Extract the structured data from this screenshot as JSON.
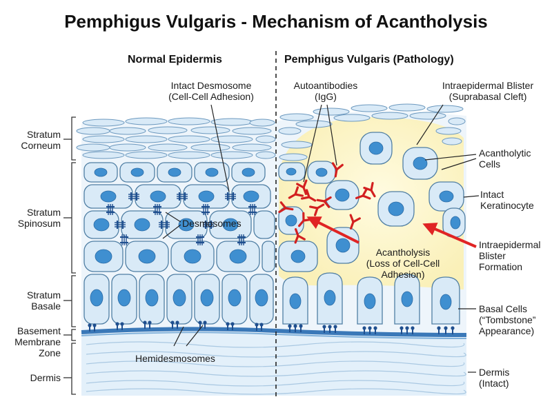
{
  "title": "Pemphigus Vulgaris - Mechanism of Acantholysis",
  "panels": {
    "normal": "Normal Epidermis",
    "pathology": "Pemphigus Vulgaris (Pathology)"
  },
  "layer_labels": {
    "corneum": [
      "Stratum",
      "Corneum"
    ],
    "spinosum": [
      "Stratum",
      "Spinosum"
    ],
    "basale": [
      "Stratum",
      "Basale"
    ],
    "bmz": [
      "Basement",
      "Membrane",
      "Zone"
    ],
    "dermis": "Dermis"
  },
  "annotations": {
    "intact_desmosome": [
      "Intact Desmosome",
      "(Cell-Cell Adhesion)"
    ],
    "autoantibodies": [
      "Autoantibodies",
      "(IgG)"
    ],
    "blister_cleft": [
      "Intraepidermal Blister",
      "(Suprabasal Cleft)"
    ],
    "desmosomes": "Desmosomes",
    "hemidesmosomes": "Hemidesmosomes",
    "acantholysis": [
      "Acantholysis",
      "(Loss of Cell-Cell",
      "Adhesion)"
    ],
    "acantholytic_cells": [
      "Acantholytic",
      "Cells"
    ],
    "intact_keratinocyte": [
      "Intact",
      "Keratinocyte"
    ],
    "blister_formation": [
      "Intraepidermal",
      "Blister",
      "Formation"
    ],
    "basal_cells": [
      "Basal Cells",
      "(“Tombstone”",
      "Appearance)"
    ],
    "dermis_intact": [
      "Dermis",
      "(Intact)"
    ]
  },
  "colors": {
    "cell_fill": "#d9eaf7",
    "cell_stroke": "#4f7ea3",
    "nucleus": "#3f8fd0",
    "desmosome": "#1f4f8f",
    "antibody": "#d32020",
    "blister": "#fdf5c8",
    "dermis": "#e3f0fa",
    "membrane": "#3a78b8"
  }
}
